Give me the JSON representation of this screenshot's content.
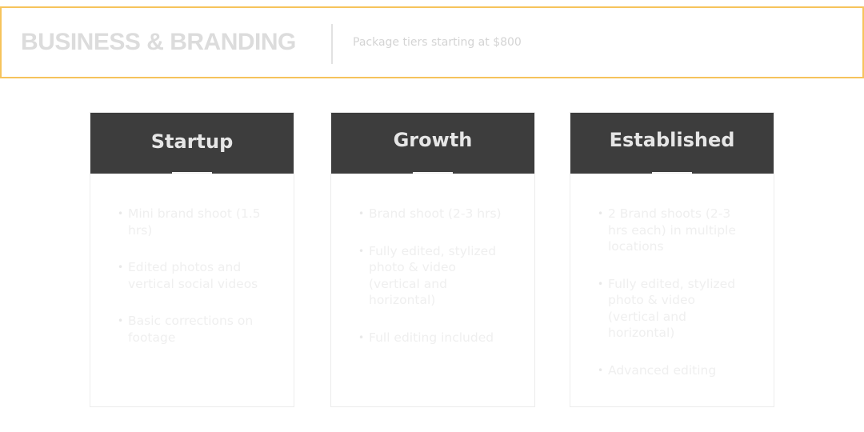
{
  "banner": {
    "title": "BUSINESS & BRANDING",
    "subtitle": "Package tiers starting at $800"
  },
  "packages": [
    {
      "name": "Startup",
      "features": [
        "Mini brand shoot (1.5 hrs)",
        "Edited photos and vertical social videos",
        "Basic corrections on footage"
      ]
    },
    {
      "name": "Growth",
      "features": [
        "Brand shoot (2-3 hrs)",
        "Fully edited, stylized photo & video (vertical and horizontal)",
        "Full editing included"
      ]
    },
    {
      "name": "Established",
      "features": [
        "2 Brand shoots (2-3 hrs each) in multiple locations",
        "Fully edited, stylized photo & video (vertical and horizontal)",
        "Advanced editing"
      ]
    }
  ],
  "colors": {
    "accent": "#f6c35c",
    "header_bg": "#3d3d3d"
  }
}
